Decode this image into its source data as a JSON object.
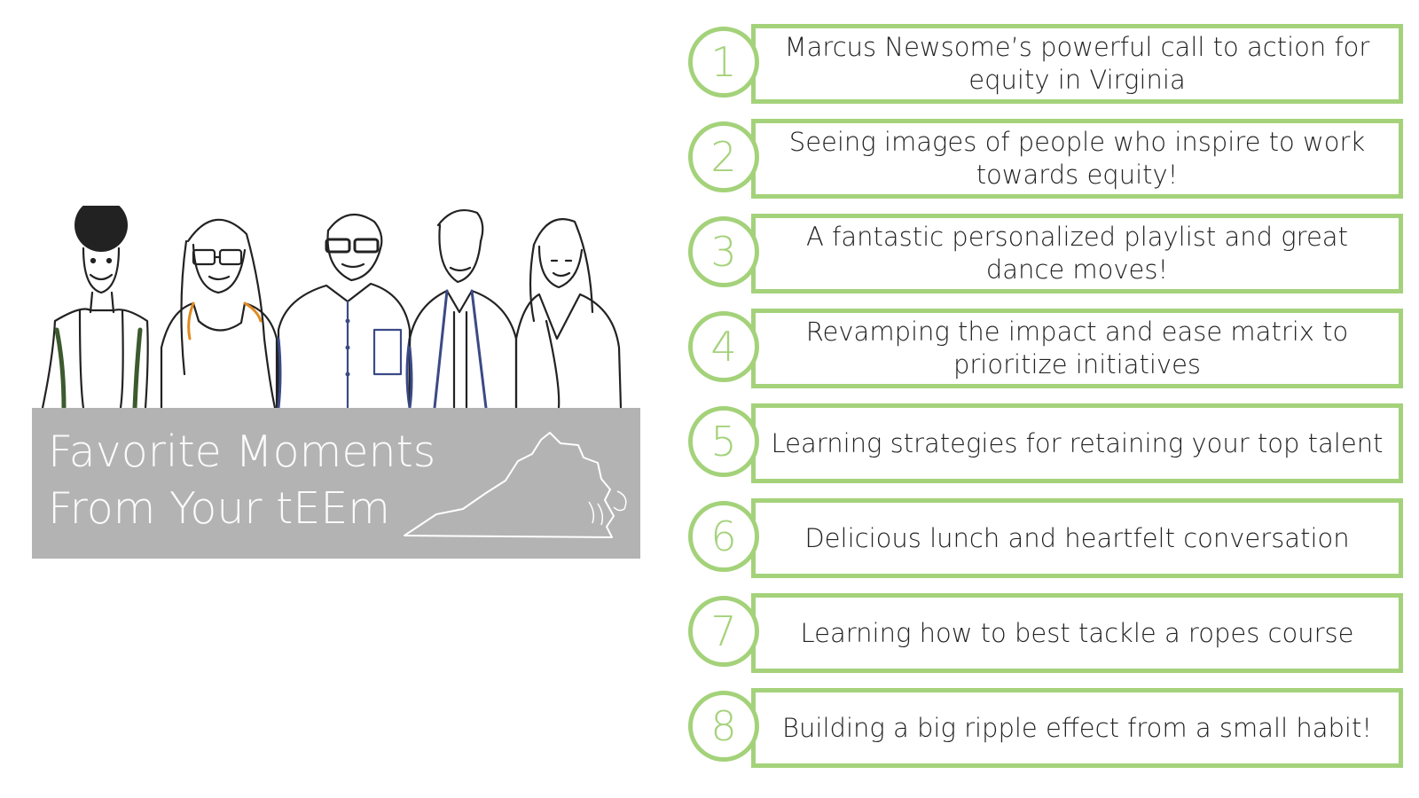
{
  "title": {
    "line1": "Favorite Moments",
    "line2": "From Your tEEm"
  },
  "colors": {
    "accent_green": "#a4d27a",
    "panel_gray": "#b3b3b3",
    "text_dark": "#222222"
  },
  "icons": {
    "illustration": "team-portrait-illustration",
    "map": "virginia-outline-icon"
  },
  "moments": [
    {
      "number": "1",
      "text": "Marcus Newsome’s powerful call to action for equity in Virginia"
    },
    {
      "number": "2",
      "text": "Seeing images of people who inspire to work towards equity!"
    },
    {
      "number": "3",
      "text": "A fantastic personalized playlist and great dance moves!"
    },
    {
      "number": "4",
      "text": "Revamping the impact and ease matrix to prioritize initiatives"
    },
    {
      "number": "5",
      "text": "Learning strategies for retaining your top talent"
    },
    {
      "number": "6",
      "text": "Delicious lunch and heartfelt conversation"
    },
    {
      "number": "7",
      "text": "Learning how to best tackle a ropes course"
    },
    {
      "number": "8",
      "text": "Building a big ripple effect from a small habit!"
    }
  ]
}
